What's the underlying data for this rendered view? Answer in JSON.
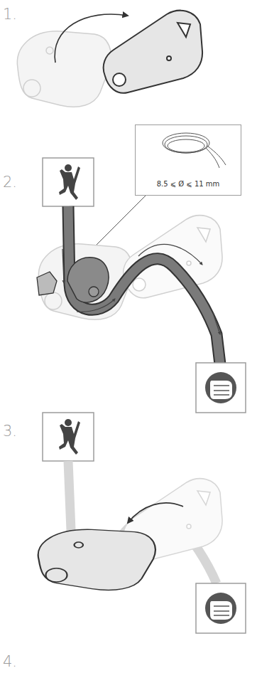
{
  "diagram": {
    "nodes": [
      {
        "text": [
          "8.5 ⩽ Ø ⩽ 11 mm"
        ]
      }
    ],
    "labels": [
      "1.",
      "2.",
      "3.",
      "4."
    ]
  }
}
